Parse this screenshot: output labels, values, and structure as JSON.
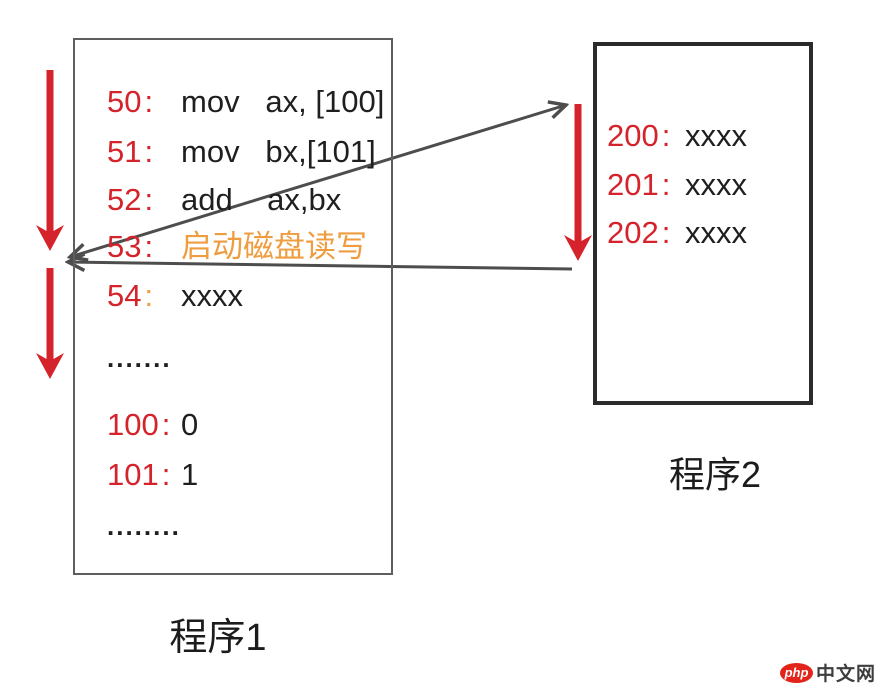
{
  "program1": {
    "label": "程序1",
    "rows": [
      {
        "addr": "50",
        "sep": ":",
        "text": "mov   ax, [100]"
      },
      {
        "addr": "51",
        "sep": ":",
        "text": "mov   bx,[101]"
      },
      {
        "addr": "52",
        "sep": ":",
        "text": "add    ax,bx"
      },
      {
        "addr": "53",
        "sep": ":",
        "text": "启动磁盘读写",
        "highlight": true
      },
      {
        "addr": "54",
        "sep": ":",
        "text": "xxxx",
        "sep_orange": true
      },
      {
        "dots": "......."
      },
      {
        "addr": "100",
        "sep": ":",
        "text": "0"
      },
      {
        "addr": "101",
        "sep": ":",
        "text": "1"
      },
      {
        "dots": "........"
      }
    ]
  },
  "program2": {
    "label": "程序2",
    "rows": [
      {
        "addr": "200",
        "sep": ":",
        "text": "xxxx"
      },
      {
        "addr": "201",
        "sep": ":",
        "text": "xxxx"
      },
      {
        "addr": "202",
        "sep": ":",
        "text": "xxxx"
      }
    ]
  },
  "arrows": {
    "execution_program1_upper": "red-down-arrow",
    "execution_program1_lower": "red-down-arrow",
    "execution_program2": "red-down-arrow",
    "jump_to_program2": "dark-diagonal-arrow",
    "return_to_program1": "dark-horizontal-arrow"
  },
  "watermark": {
    "logo": "php",
    "text": "中文网"
  },
  "colors": {
    "red": "#d4232a",
    "orange": "#ee9d40",
    "line": "#4d4d4d",
    "box1_border": "#5e5e5e",
    "box2_border": "#2b2b2b",
    "text": "#1f1f1f",
    "watermark_red": "#e3241b"
  }
}
